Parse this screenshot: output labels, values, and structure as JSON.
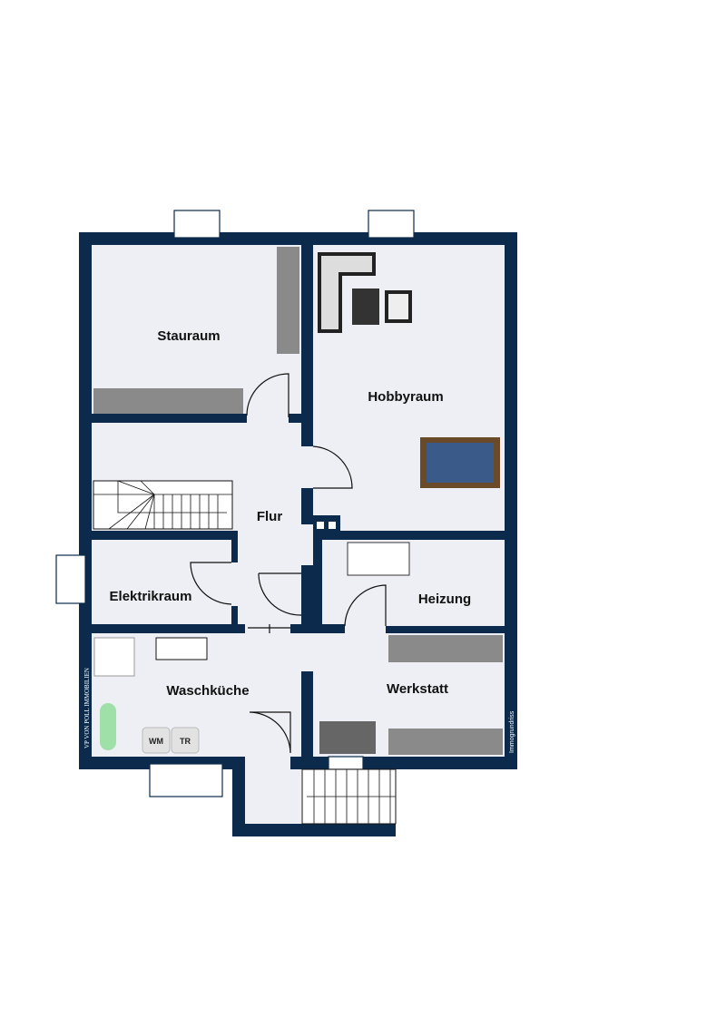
{
  "rooms": {
    "stauraum": "Stauraum",
    "hobbyraum": "Hobbyraum",
    "flur": "Flur",
    "elektrikraum": "Elektrikraum",
    "heizung": "Heizung",
    "waschkueche": "Waschküche",
    "werkstatt": "Werkstatt"
  },
  "appliances": {
    "washer": "WM",
    "dryer": "TR"
  },
  "branding": {
    "logo": "VP VON POLL IMMOBILIEN",
    "credit": "Immogrundriss"
  },
  "colors": {
    "wall": "#0c2a4b",
    "floor": "#eeeff4"
  }
}
